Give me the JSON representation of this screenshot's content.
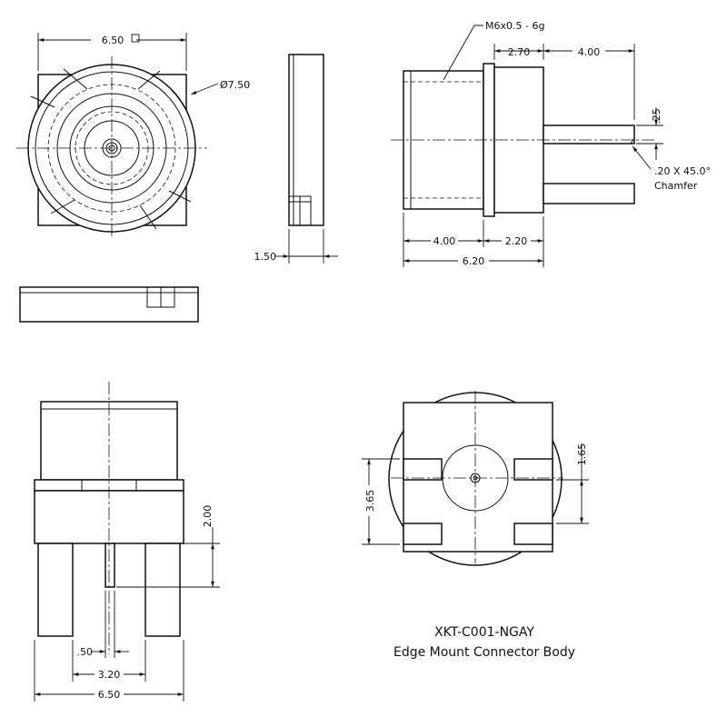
{
  "dimensions": {
    "top_width": "6.50",
    "diameter": "Ø7.50",
    "side_thickness": "1.50",
    "thread": "M6x0.5 - 6g",
    "thread_len": "2.70",
    "pin_extension": "4.00",
    "pin_thickness": ".25",
    "chamfer_line1": ".20 X 45.0°",
    "chamfer_line2": "Chamfer",
    "body_len": "4.00",
    "flange_len": "2.20",
    "overall_len": "6.20",
    "pin_height": "2.00",
    "pin_dia": ".50",
    "pin_spacing": "3.20",
    "bottom_width": "6.50",
    "tab_height": "3.65",
    "tab_offset": "1.65"
  },
  "title_block": {
    "part_number": "XKT-C001-NGAY",
    "description": "Edge Mount Connector Body"
  }
}
